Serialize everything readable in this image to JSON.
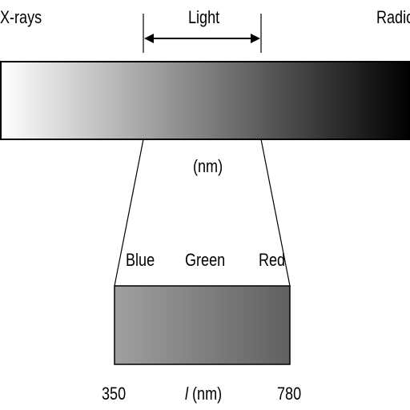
{
  "labels": {
    "xrays": "X-rays",
    "light": "Light",
    "radio": "Radio",
    "nm_unit": "(nm)",
    "blue": "Blue",
    "green": "Green",
    "red": "Red",
    "min_wavelength": "350",
    "max_wavelength": "780",
    "axis_symbol": "l",
    "axis_unit": " (nm)"
  },
  "colors": {
    "spectrum_start": "#ffffff",
    "spectrum_end": "#000000",
    "visible_start": "#a0a0a0",
    "visible_end": "#606060",
    "stroke": "#000000"
  }
}
